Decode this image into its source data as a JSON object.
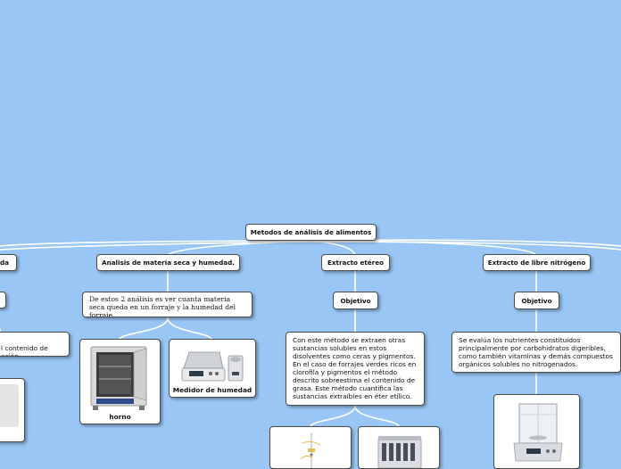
{
  "colors": {
    "background": "#99c6f5",
    "connector": "#ffffff",
    "node_fill": "#ffffff",
    "node_border": "#4d4d4d"
  },
  "root": {
    "label": "Metodos de análisis de alimentos"
  },
  "branches": {
    "left_partial": {
      "label": "da",
      "child_text": "l contenido de\nación."
    },
    "materia_seca": {
      "label": "Analisis de materia seca y humedad.",
      "description": "De estos 2 análisis es ver cuanta materia seca queda en un forraje y la humedad del forraje.",
      "images": [
        {
          "caption": "horno",
          "icon": "drying-oven-icon"
        },
        {
          "caption": "Medidor de humedad",
          "icon": "moisture-analyzer-icon"
        }
      ]
    },
    "extracto_etereo": {
      "label": "Extracto etéreo",
      "objective_label": "Objetivo",
      "description": "Con este método se extraen otras sustancias solubles en estos disolventes como ceras y pigmentos. En el caso de forrajes verdes ricos en clorofila y pigmentos el método descrito sobreestima el contenido de grasa. Este método cuantifica las sustancias extraíbles en éter etílico.",
      "images": [
        {
          "icon": "soxhlet-apparatus-icon"
        },
        {
          "icon": "extraction-unit-icon"
        }
      ]
    },
    "extracto_libre_nitrogeno": {
      "label": "Extracto de libre nitrógeno",
      "objective_label": "Objetivo",
      "description": "Se evalúa los nutrientes constituidos principalmente por carbohidratos digeribles, como también vitaminas y demás compuestos orgánicos solubles no nitrogenados.",
      "images": [
        {
          "icon": "analytical-balance-icon"
        }
      ]
    }
  }
}
